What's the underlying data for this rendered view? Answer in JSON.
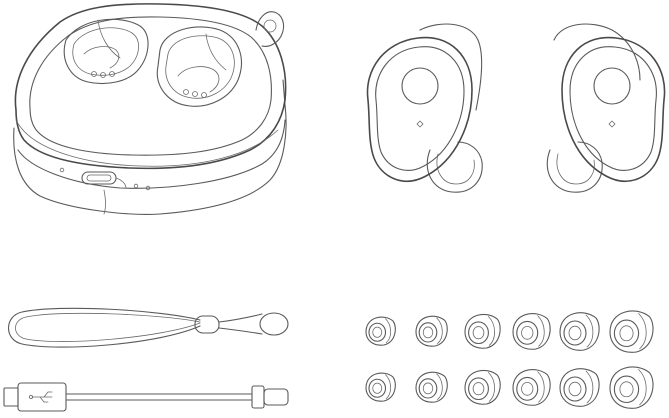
{
  "figure": {
    "type": "product-package-contents-line-drawing",
    "components": [
      {
        "id": "charging-case",
        "icon": "charging-case-icon"
      },
      {
        "id": "earbud-left",
        "icon": "earbud-icon"
      },
      {
        "id": "earbud-right",
        "icon": "earbud-icon"
      },
      {
        "id": "lanyard-strap",
        "icon": "lanyard-icon"
      },
      {
        "id": "usb-cable",
        "icon": "usb-cable-icon"
      },
      {
        "id": "ear-tips",
        "icon": "ear-tip-icon",
        "rows": 2,
        "per_row": 6
      }
    ],
    "stroke_color": "#5a5a5a",
    "background_color": "#ffffff"
  }
}
